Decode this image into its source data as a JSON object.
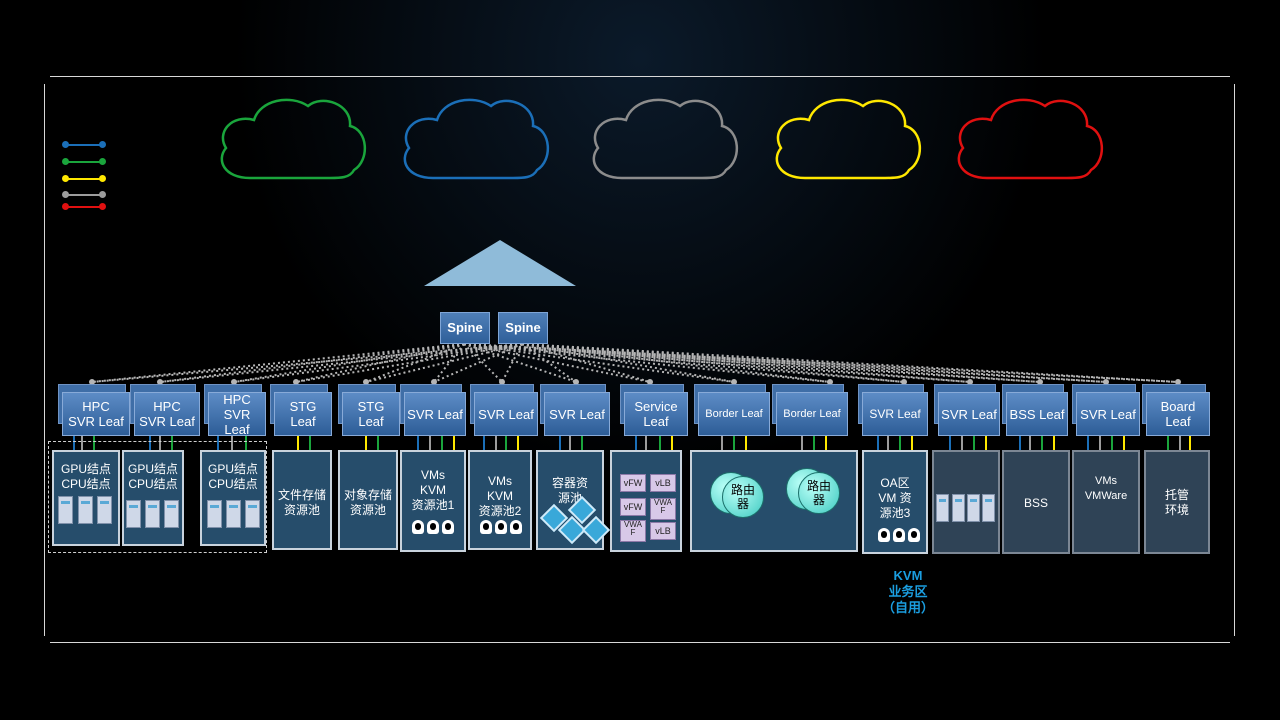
{
  "colors": {
    "clouds": [
      "#1aa53c",
      "#1b6fb8",
      "#8c8c8c",
      "#ffe800",
      "#e01010"
    ],
    "legend": [
      "#1b6fb8",
      "#1aa53c",
      "#ffe800",
      "#9c9c9c",
      "#e01010"
    ],
    "pyramid": "#8fbbd9"
  },
  "spines": [
    "Spine",
    "Spine"
  ],
  "leaves": [
    "HPC\nSVR Leaf",
    "HPC\nSVR Leaf",
    "HPC\nSVR Leaf",
    "STG Leaf",
    "STG Leaf",
    "SVR Leaf",
    "SVR Leaf",
    "SVR  Leaf",
    "Service\nLeaf",
    "Border Leaf",
    "Border Leaf",
    "SVR Leaf",
    "SVR Leaf",
    "BSS Leaf",
    "SVR Leaf",
    "Board\nLeaf"
  ],
  "pools": [
    "GPU结点\nCPU结点",
    "GPU结点\nCPU结点",
    "GPU结点\nCPU结点",
    "文件存储\n资源池",
    "对象存储\n资源池",
    "VMs\nKVM\n资源池1",
    "VMs\nKVM\n资源池2",
    "容器资\n源池",
    "",
    "",
    "",
    "OA区\nVM 资\n源池3",
    "",
    "BSS",
    "VMs\nVMWare",
    "托管\n环境"
  ],
  "service_items": [
    "vFW",
    "vLB",
    "vFW",
    "VWA\nF",
    "VWA\nF",
    "vLB"
  ],
  "router_label": "路由\n器",
  "kvm_note": "KVM\n业务区\n（自用）"
}
